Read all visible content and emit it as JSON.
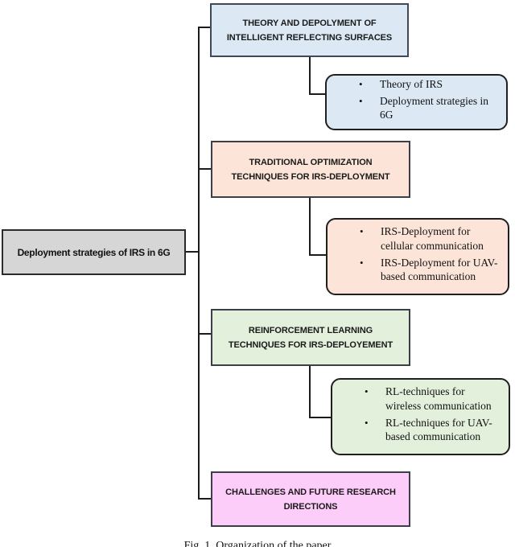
{
  "figure": {
    "caption": "Fig. 1. Organization of the paper"
  },
  "root_box": {
    "label": "Deployment strategies of IRS in 6G",
    "fill": "#d6d6d6"
  },
  "branches": [
    {
      "id": "theory-and-deployment",
      "title_lines": [
        "THEORY AND DEPOLYMENT OF",
        "INTELLIGENT REFLECTING SURFACES"
      ],
      "fill": "#dce9f5",
      "items": [
        "Theory of IRS",
        "Deployment strategies in 6G"
      ]
    },
    {
      "id": "traditional-optimization",
      "title_lines": [
        "TRADITIONAL OPTIMIZATION",
        "TECHNIQUES FOR IRS-DEPLOYMENT"
      ],
      "fill": "#fce5d8",
      "items": [
        "IRS-Deployment for cellular communication",
        "IRS-Deployment for UAV-based communication"
      ]
    },
    {
      "id": "reinforcement-learning",
      "title_lines": [
        "REINFORCEMENT LEARNING",
        "TECHNIQUES FOR IRS-DEPLOYEMENT"
      ],
      "fill": "#e3f0dc",
      "items": [
        "RL-techniques for wireless communication",
        "RL-techniques for UAV-based communication"
      ]
    },
    {
      "id": "challenges-future",
      "title_lines": [
        "CHALLENGES AND FUTURE RESEARCH",
        "DIRECTIONS"
      ],
      "fill": "#fdcdf9",
      "items": []
    }
  ],
  "colors": {
    "connector": "#1c1c1c"
  }
}
